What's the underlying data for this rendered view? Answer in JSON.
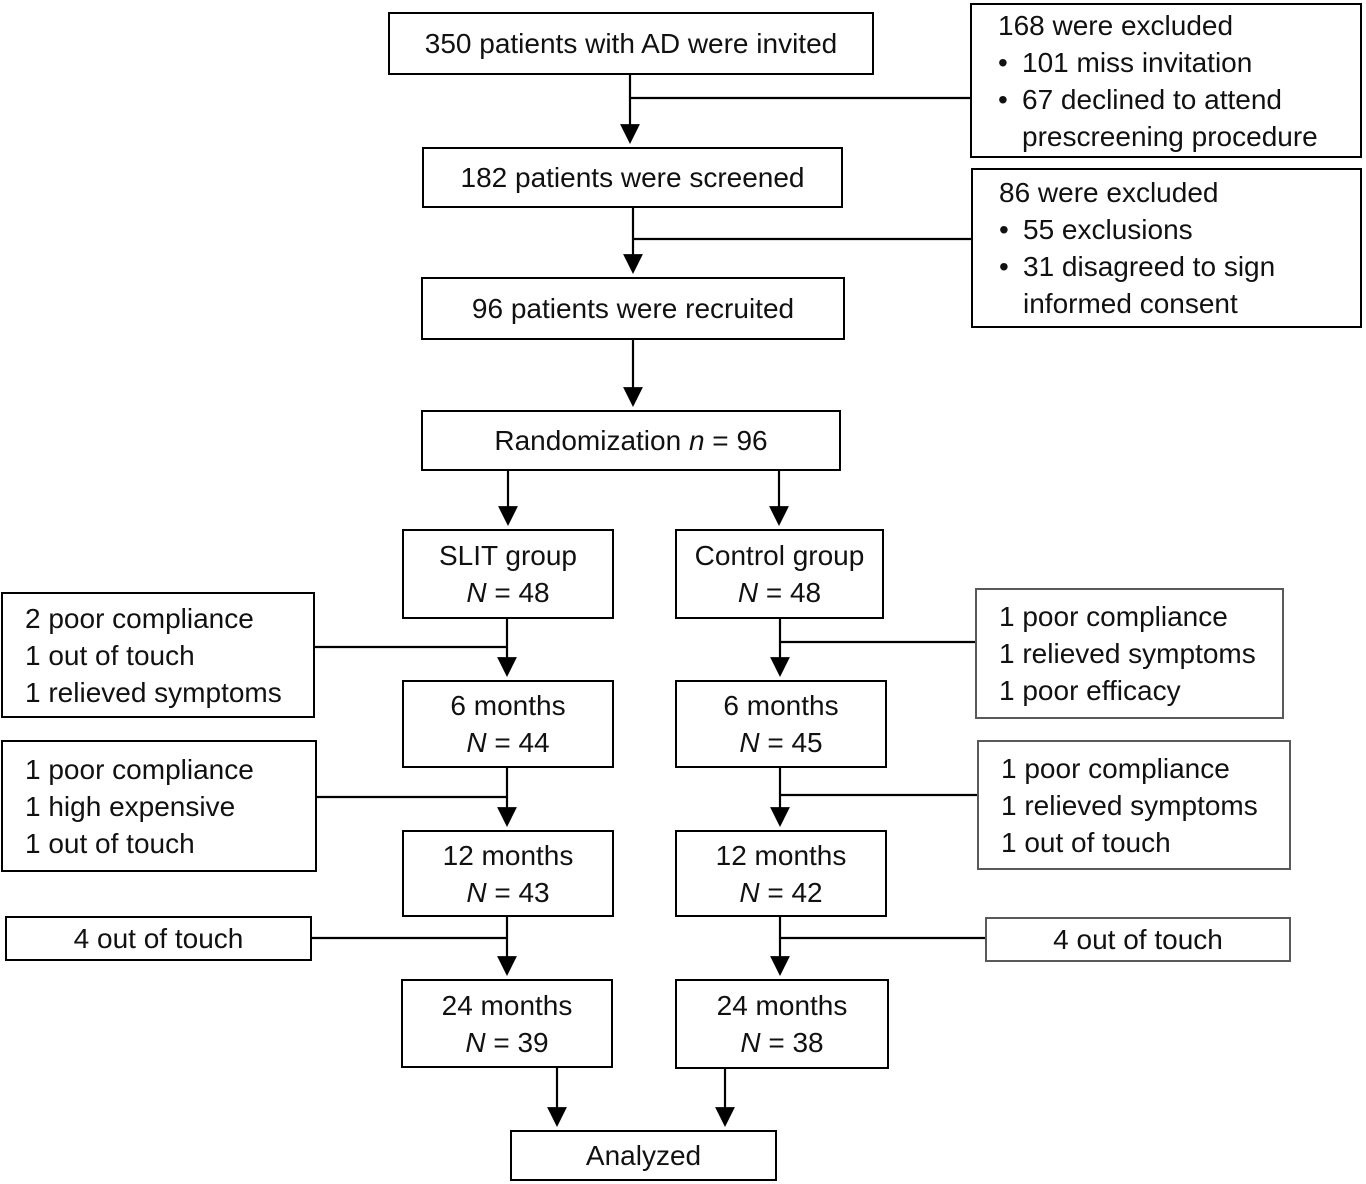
{
  "diagram": {
    "invited": {
      "text": "350 patients with AD were invited"
    },
    "excluded_after_invitation": {
      "header": "168 were excluded",
      "bullet_glyph": "•",
      "bullets": [
        "101 miss invitation",
        "67 declined to attend prescreening procedure"
      ]
    },
    "screened": {
      "text": "182 patients were screened"
    },
    "excluded_after_screening": {
      "header": "86 were excluded",
      "bullet_glyph": "•",
      "bullets": [
        "55 exclusions",
        "31 disagreed to sign informed consent"
      ]
    },
    "recruited": {
      "text": "96 patients were recruited"
    },
    "randomization": {
      "prefix": "Randomization ",
      "n_symbol": "n",
      "n_value": " = 96"
    },
    "slit": {
      "group": {
        "title": "SLIT group",
        "n_symbol": "N",
        "n_value": " = 48"
      },
      "dropout_6m": {
        "lines": [
          "2 poor compliance",
          "1 out of touch",
          "1 relieved symptoms"
        ]
      },
      "m6": {
        "title": "6 months",
        "n_symbol": "N",
        "n_value": " = 44"
      },
      "dropout_12m": {
        "lines": [
          "1 poor compliance",
          "1 high expensive",
          "1 out of touch"
        ]
      },
      "m12": {
        "title": "12 months",
        "n_symbol": "N",
        "n_value": " = 43"
      },
      "dropout_24m": {
        "text": "4 out of touch"
      },
      "m24": {
        "title": "24 months",
        "n_symbol": "N",
        "n_value": " = 39"
      }
    },
    "control": {
      "group": {
        "title": "Control group",
        "n_symbol": "N",
        "n_value": " = 48"
      },
      "dropout_6m": {
        "lines": [
          "1 poor compliance",
          "1 relieved symptoms",
          "1 poor efficacy"
        ]
      },
      "m6": {
        "title": "6 months",
        "n_symbol": "N",
        "n_value": " = 45"
      },
      "dropout_12m": {
        "lines": [
          "1 poor compliance",
          "1 relieved symptoms",
          "1 out of touch"
        ]
      },
      "m12": {
        "title": "12 months",
        "n_symbol": "N",
        "n_value": " = 42"
      },
      "dropout_24m": {
        "text": "4 out of touch"
      },
      "m24": {
        "title": "24 months",
        "n_symbol": "N",
        "n_value": " = 38"
      }
    },
    "analyzed": {
      "text": "Analyzed"
    }
  },
  "colors": {
    "line": "#000000",
    "border": "#000000",
    "background": "#ffffff",
    "text": "#111111"
  }
}
